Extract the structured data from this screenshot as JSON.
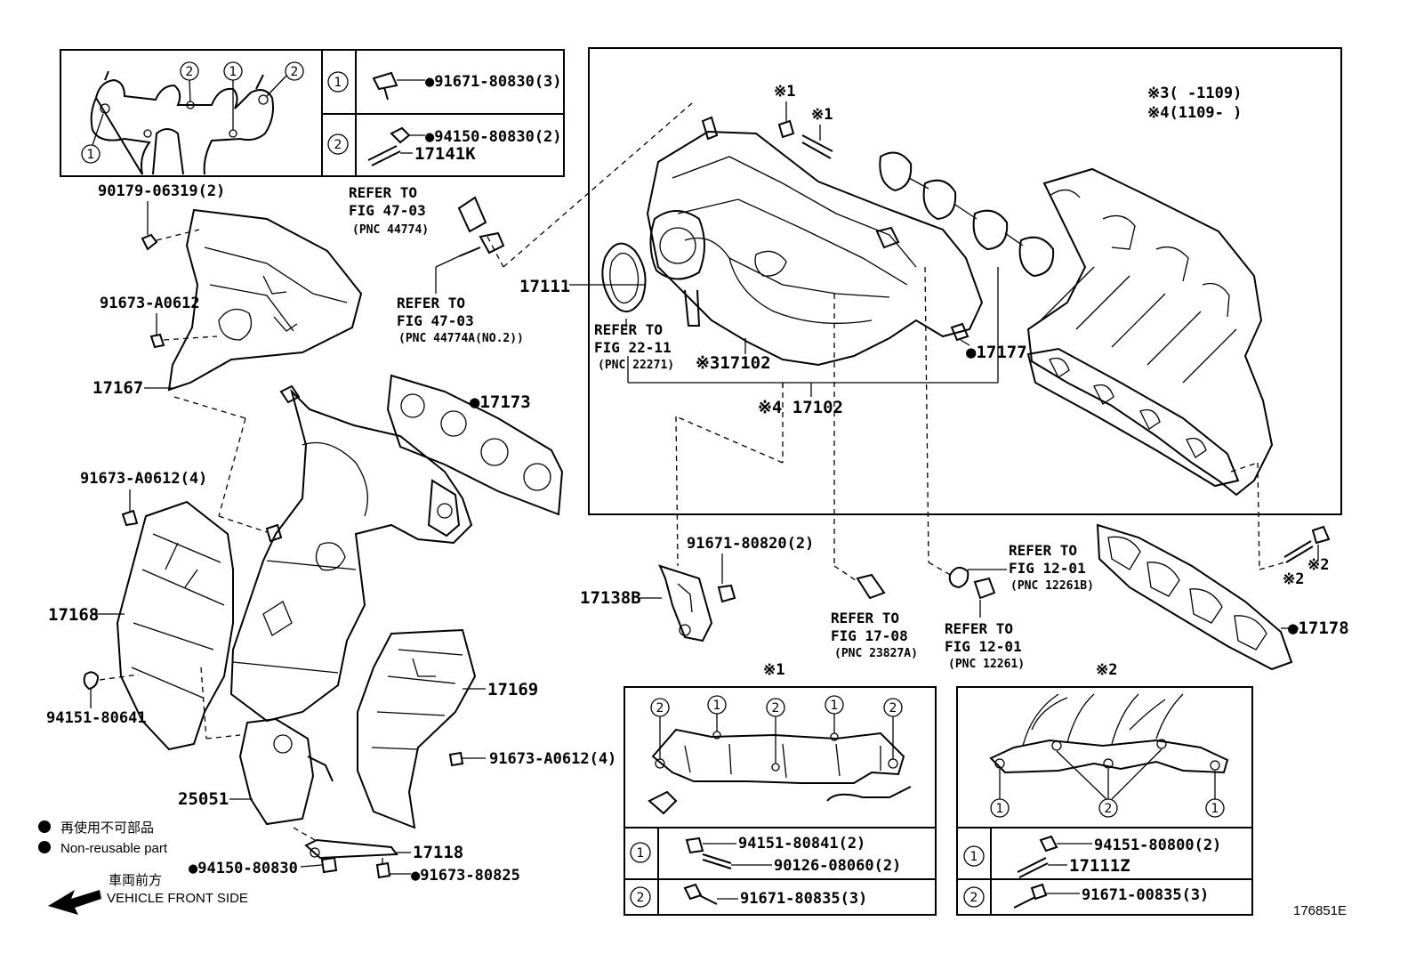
{
  "diagram_id": "176851E",
  "legend": {
    "ja": "再使用不可部品",
    "en": "Non-reusable part"
  },
  "front_side": {
    "ja": "車両前方",
    "en": "VEHICLE FRONT SIDE"
  },
  "top_left_table": [
    {
      "mark": "1",
      "part": "●91671-80830(3)"
    },
    {
      "mark": "2",
      "part": "●94150-80830(2)",
      "part2": "17141K"
    }
  ],
  "top_left_inset_marks": [
    "2",
    "1",
    "2",
    "1"
  ],
  "exhaust_parts": {
    "p90179": "90179-06319(2)",
    "p91673_a": "91673-A0612",
    "p17167": "17167",
    "p17173": "●17173",
    "p91673_b": "91673-A0612(4)",
    "p17168": "17168",
    "p94151": "94151-80641",
    "p17169": "17169",
    "p91673_c": "91673-A0612(4)",
    "p25051": "25051",
    "p17118": "17118",
    "p94150": "●94150-80830",
    "p91673_d": "●91673-80825"
  },
  "refs": {
    "r1": {
      "l1": "REFER TO",
      "l2": "FIG 47-03",
      "pnc": "(PNC 44774)"
    },
    "r2": {
      "l1": "REFER TO",
      "l2": "FIG 47-03",
      "pnc": "(PNC 44774A(NO.2))"
    },
    "r3": {
      "l1": "REFER TO",
      "l2": "FIG 22-11",
      "pnc": "(PNC 22271)"
    },
    "r4": {
      "l1": "REFER TO",
      "l2": "FIG 12-01",
      "pnc": "(PNC 12261B)"
    },
    "r5": {
      "l1": "REFER TO",
      "l2": "FIG 17-08",
      "pnc": "(PNC 23827A)"
    },
    "r6": {
      "l1": "REFER TO",
      "l2": "FIG 12-01",
      "pnc": "(PNC 12261)"
    }
  },
  "intake_parts": {
    "note1a": "※1",
    "note1b": "※1",
    "note3": "※3(      -1109)",
    "note4": "※4(1109-      )",
    "p17111": "17111",
    "p17102a": "※317102",
    "p17102b": "※4 17102",
    "p17177": "●17177",
    "p91671": "91671-80820(2)",
    "p17138b": "17138B",
    "p17178": "●17178",
    "note2a": "※2",
    "note2b": "※2"
  },
  "bottom_table_1": {
    "title": "※1",
    "marks": [
      "2",
      "1",
      "2",
      "1",
      "2"
    ],
    "rows": [
      {
        "mark": "1",
        "part": "94151-80841(2)",
        "part2": "90126-08060(2)"
      },
      {
        "mark": "2",
        "part": "91671-80835(3)"
      }
    ]
  },
  "bottom_table_2": {
    "title": "※2",
    "marks": [
      "1",
      "2",
      "1"
    ],
    "rows": [
      {
        "mark": "1",
        "part": "94151-80800(2)",
        "part2": "17111Z"
      },
      {
        "mark": "2",
        "part": "91671-00835(3)"
      }
    ]
  }
}
